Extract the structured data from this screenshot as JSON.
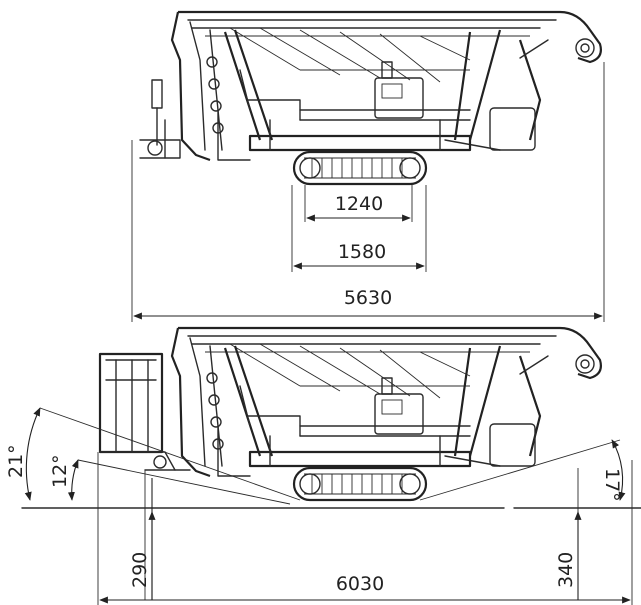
{
  "dimensions": {
    "track_width_inner": "1240",
    "track_width_outer": "1580",
    "length_transport": "5630",
    "length_levelled": "6030",
    "front_clearance": "290",
    "rear_clearance": "340"
  },
  "angles": {
    "front_max": "21°",
    "front_inner": "12°",
    "rear": "17°"
  }
}
